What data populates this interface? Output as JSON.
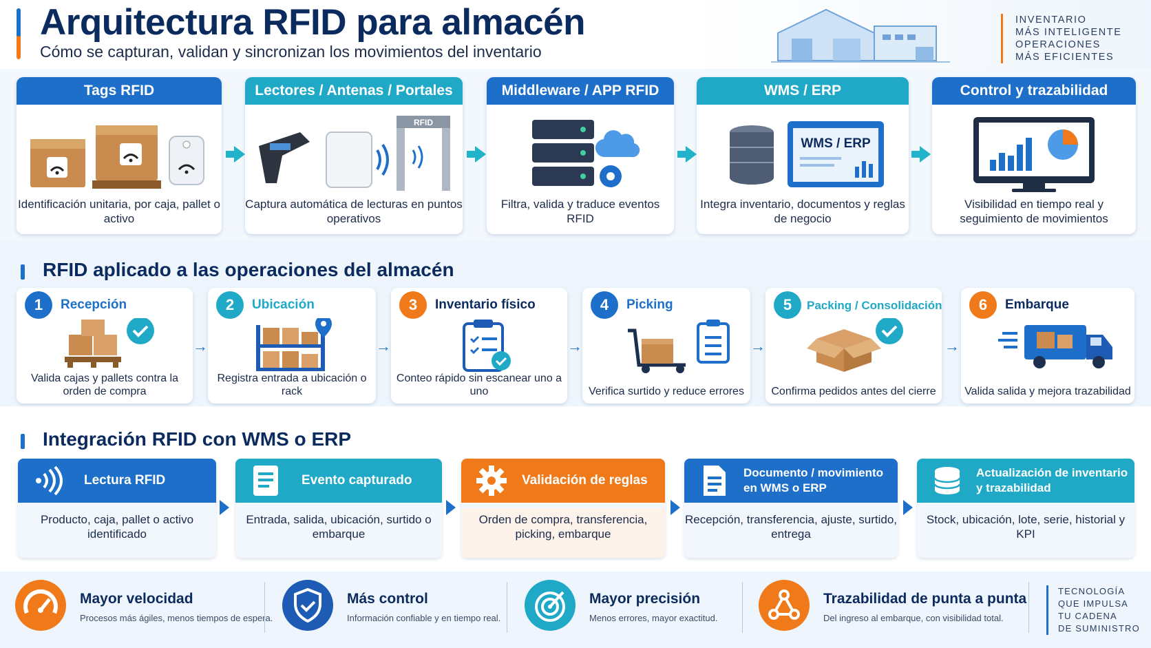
{
  "header": {
    "title": "Arquitectura RFID para almacén",
    "subtitle": "Cómo se capturan, validan y sincronizan los movimientos del inventario",
    "tagline": [
      "INVENTARIO",
      "MÁS INTELIGENTE",
      "OPERACIONES",
      "MÁS EFICIENTES"
    ]
  },
  "architecture": [
    {
      "title": "Tags RFID",
      "desc": "Identificación unitaria, por caja, pallet o activo",
      "color": "#1d6fc9",
      "icon": "rfid-tag-boxes-icon"
    },
    {
      "title": "Lectores / Antenas / Portales",
      "desc": "Captura automática de lecturas en puntos operativos",
      "color": "#20a9c7",
      "icon": "rfid-reader-icon",
      "icon_label": "RFID"
    },
    {
      "title": "Middleware / APP RFID",
      "desc": "Filtra, valida y traduce eventos RFID",
      "color": "#1d6fc9",
      "icon": "server-cloud-icon"
    },
    {
      "title": "WMS / ERP",
      "desc": "Integra inventario, documentos y reglas de negocio",
      "color": "#20a9c7",
      "icon": "database-icon",
      "icon_label": "WMS / ERP"
    },
    {
      "title": "Control y trazabilidad",
      "desc": "Visibilidad en tiempo real y seguimiento de movimientos",
      "color": "#1d6fc9",
      "icon": "dashboard-monitor-icon"
    }
  ],
  "operations": {
    "heading": "RFID aplicado a las operaciones del almacén",
    "steps": [
      {
        "num": "1",
        "title": "Recepción",
        "desc": "Valida cajas y pallets contra la orden de compra",
        "color": "#1d6fc9",
        "title_color": "#1d6fc9",
        "icon": "pallet-check-icon"
      },
      {
        "num": "2",
        "title": "Ubicación",
        "desc": "Registra entrada a ubicación o rack",
        "color": "#20a9c7",
        "title_color": "#20a9c7",
        "icon": "rack-pin-icon"
      },
      {
        "num": "3",
        "title": "Inventario físico",
        "desc": "Conteo rápido sin escanear uno a uno",
        "color": "#f07a1a",
        "title_color": "#0b2a5e",
        "icon": "clipboard-check-icon"
      },
      {
        "num": "4",
        "title": "Picking",
        "desc": "Verifica surtido y reduce errores",
        "color": "#1d6fc9",
        "title_color": "#1d6fc9",
        "icon": "cart-list-icon"
      },
      {
        "num": "5",
        "title": "Packing / Consolidación",
        "desc": "Confirma pedidos antes del cierre",
        "color": "#20a9c7",
        "title_color": "#20a9c7",
        "icon": "open-box-check-icon"
      },
      {
        "num": "6",
        "title": "Embarque",
        "desc": "Valida salida y mejora trazabilidad",
        "color": "#f07a1a",
        "title_color": "#0b2a5e",
        "icon": "truck-icon"
      }
    ]
  },
  "integration": {
    "heading": "Integración RFID con WMS o ERP",
    "steps": [
      {
        "title": "Lectura RFID",
        "desc": "Producto, caja, pallet o activo identificado",
        "color": "#1d6fc9",
        "icon": "rfid-signal-icon"
      },
      {
        "title": "Evento capturado",
        "desc": "Entrada, salida, ubicación, surtido o embarque",
        "color": "#20a9c7",
        "icon": "document-icon"
      },
      {
        "title": "Validación de reglas",
        "desc": "Orden de compra, transferencia, picking, embarque",
        "color": "#f07a1a",
        "icon": "gear-icon"
      },
      {
        "title": "Documento / movimiento en WMS o ERP",
        "desc": "Recepción, transferencia, ajuste, surtido, entrega",
        "color": "#1d6fc9",
        "icon": "file-icon"
      },
      {
        "title": "Actualización de inventario y trazabilidad",
        "desc": "Stock, ubicación, lote, serie, historial y KPI",
        "color": "#20a9c7",
        "icon": "database-icon"
      }
    ]
  },
  "benefits": [
    {
      "title": "Mayor velocidad",
      "desc": "Procesos más ágiles, menos tiempos de espera.",
      "color": "#f07a1a",
      "icon": "speedometer-icon"
    },
    {
      "title": "Más control",
      "desc": "Información confiable y en tiempo real.",
      "color": "#1d5bb5",
      "icon": "shield-check-icon"
    },
    {
      "title": "Mayor precisión",
      "desc": "Menos errores, mayor exactitud.",
      "color": "#20a9c7",
      "icon": "target-icon"
    },
    {
      "title": "Trazabilidad de punta a punta",
      "desc": "Del ingreso al embarque, con visibilidad total.",
      "color": "#f07a1a",
      "icon": "network-icon"
    }
  ],
  "footer_tagline": [
    "TECNOLOGÍA",
    "QUE IMPULSA",
    "TU CADENA",
    "DE SUMINISTRO"
  ]
}
